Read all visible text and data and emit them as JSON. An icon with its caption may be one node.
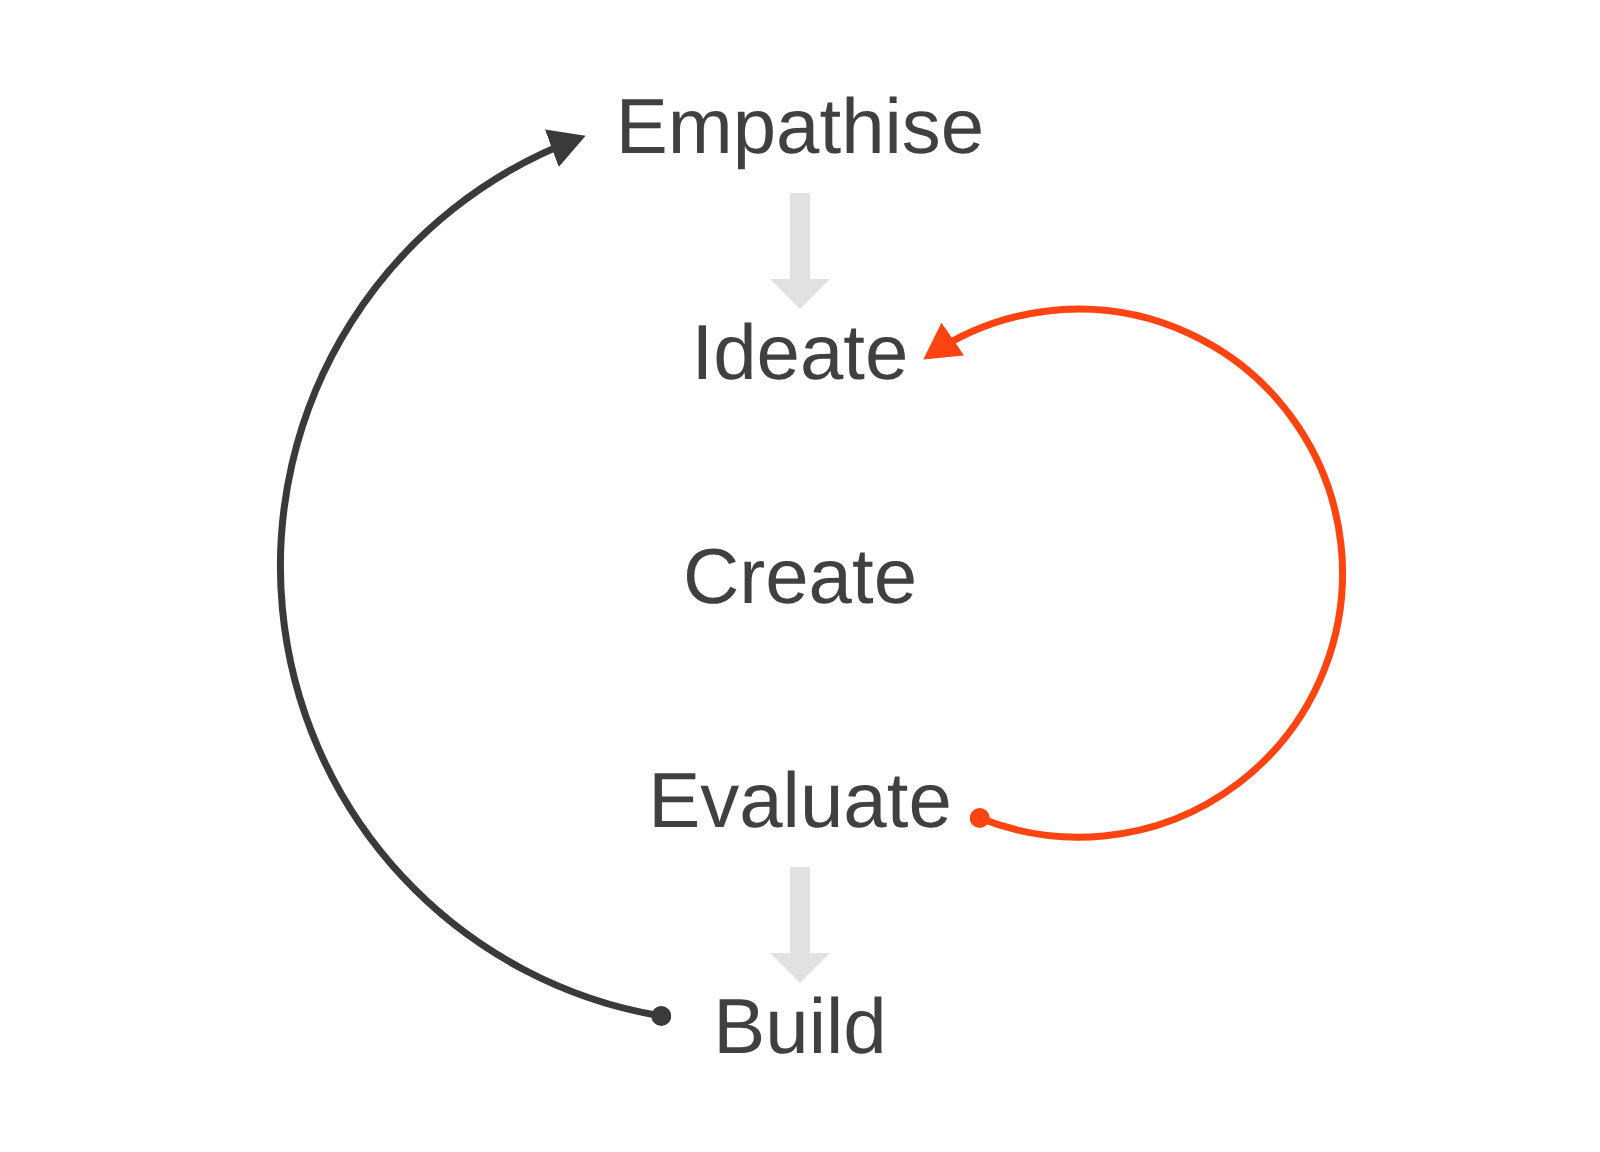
{
  "diagram": {
    "nodes": [
      {
        "text": [
          "Empathise"
        ]
      },
      {
        "text": [
          "Ideate"
        ]
      },
      {
        "text": [
          "Create"
        ]
      },
      {
        "text": [
          "Evaluate"
        ]
      },
      {
        "text": [
          "Build"
        ]
      }
    ],
    "edges": [
      {
        "from": 0,
        "to": 1,
        "arrow": "to",
        "style": "thick",
        "color": "#e2e2e2"
      },
      {
        "from": 3,
        "to": 4,
        "arrow": "to",
        "style": "thick",
        "color": "#e2e2e2"
      },
      {
        "from": 3,
        "to": 1,
        "arrow": "to",
        "color": "#ff4411"
      },
      {
        "from": 4,
        "to": 0,
        "arrow": "to",
        "color": "#3a3a3a"
      }
    ]
  }
}
